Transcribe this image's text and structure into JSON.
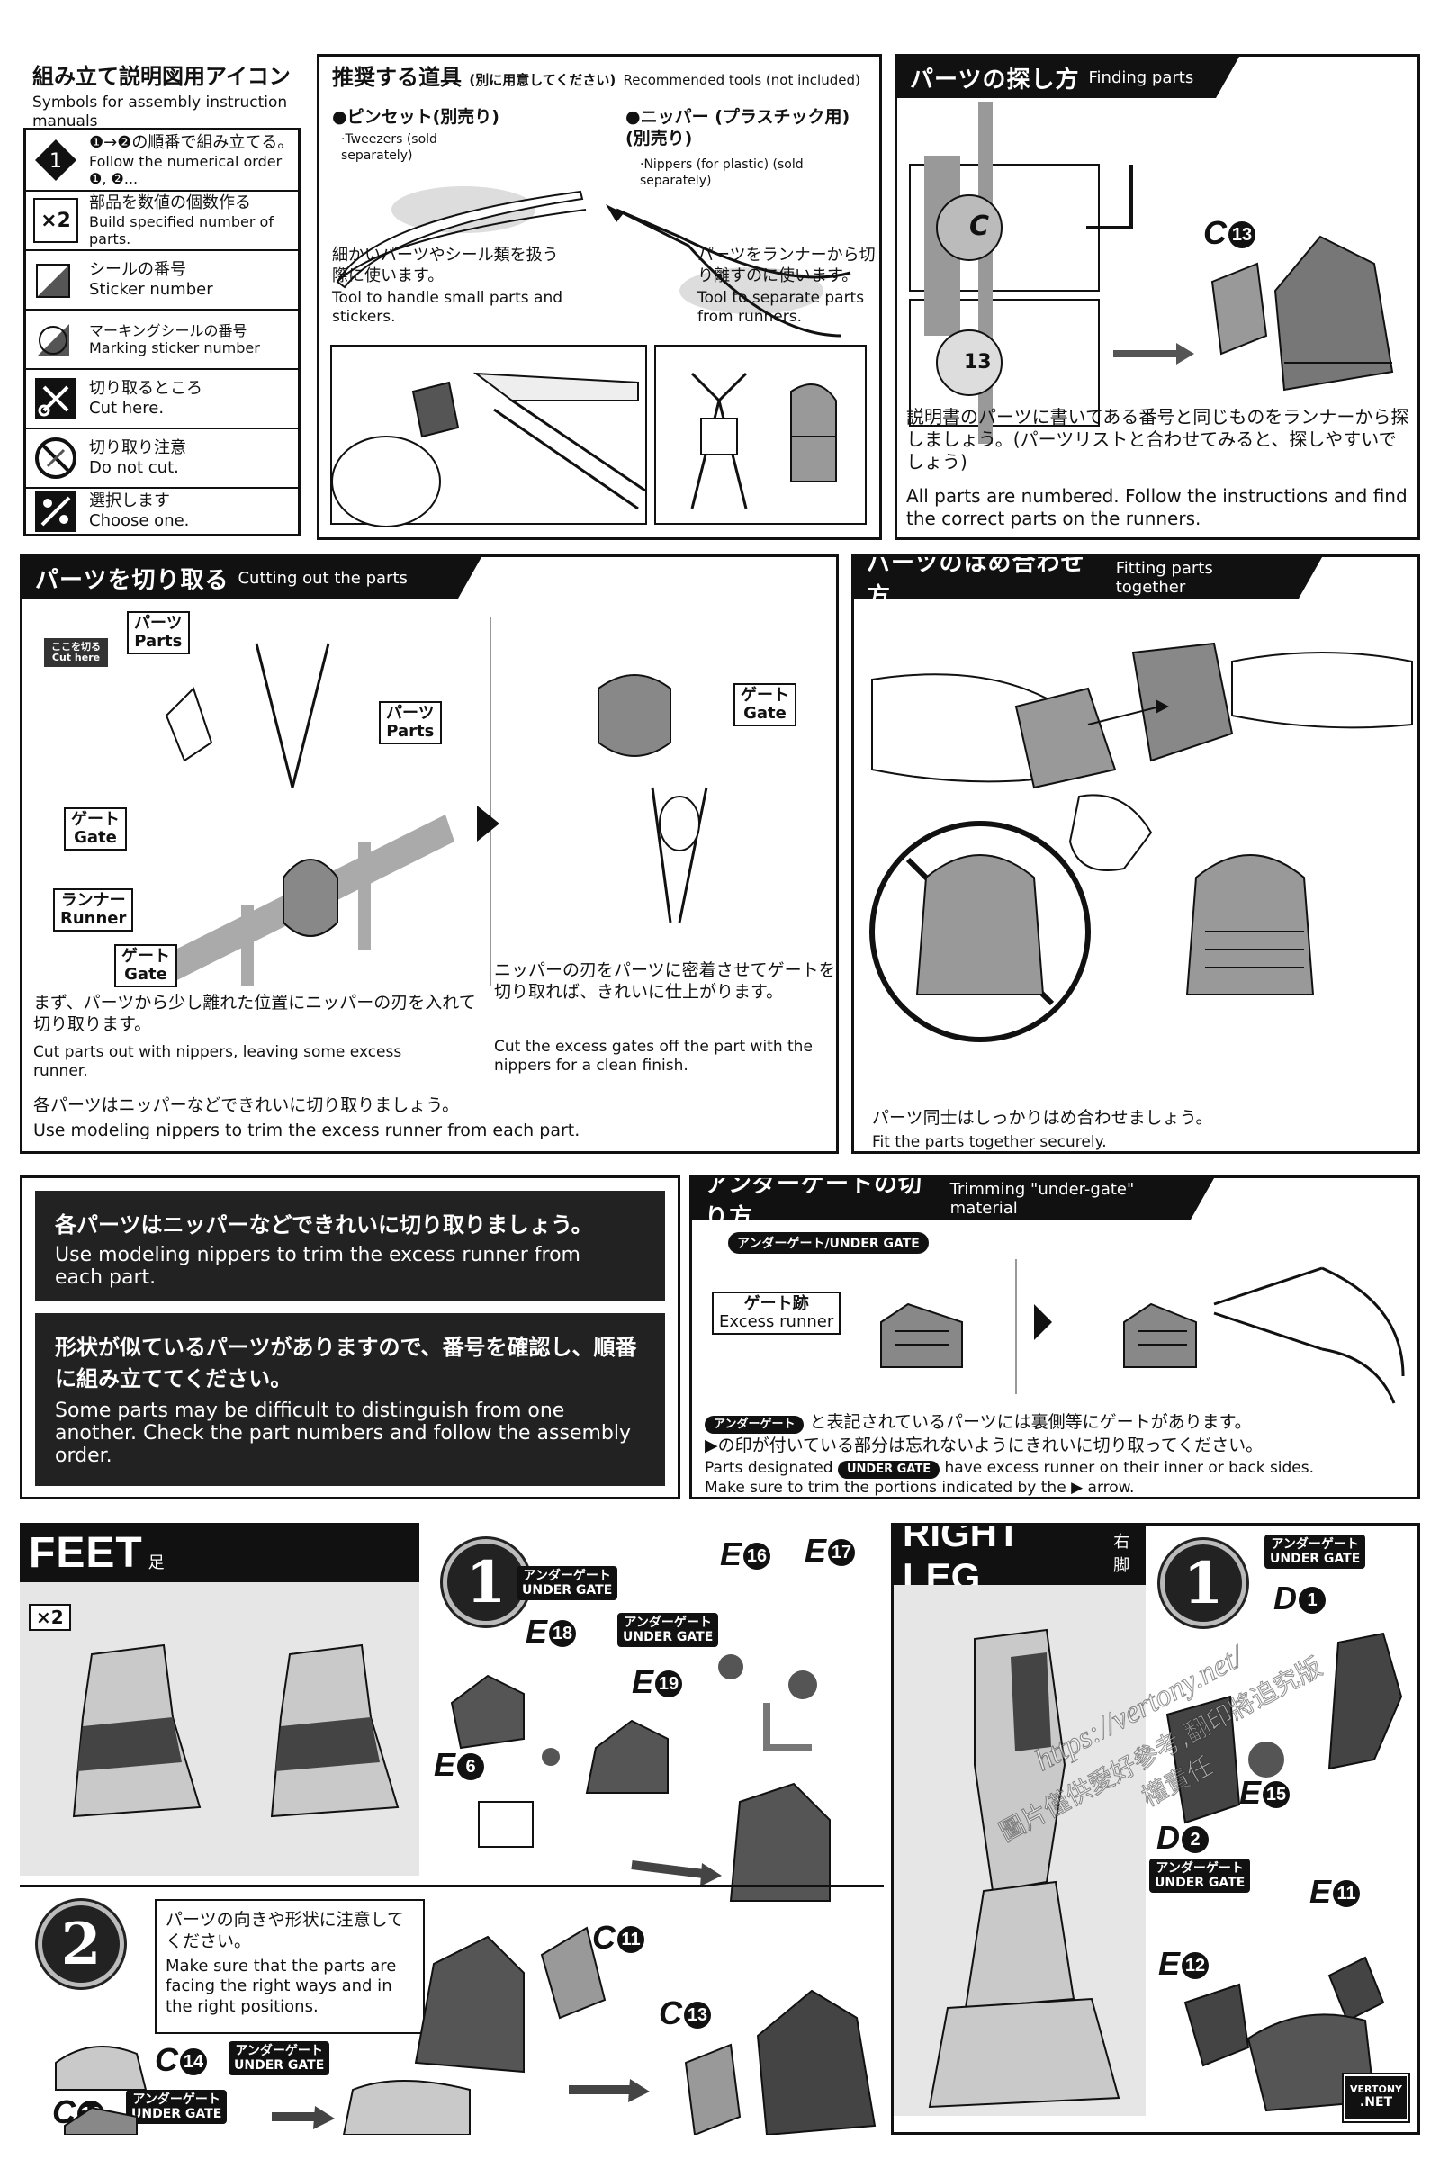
{
  "symbols": {
    "title_jp": "組み立て説明図用アイコン",
    "title_en": "Symbols for assembly instruction manuals",
    "order_jp": "❶→❷の順番で組み立てる。",
    "order_en": "Follow the numerical order ❶, ❷...",
    "count_badge": "×2",
    "count_jp": "部品を数値の個数作る",
    "count_en": "Build specified number of parts.",
    "sticker_jp": "シールの番号",
    "sticker_en": "Sticker number",
    "marking_jp": "マーキングシールの番号",
    "marking_en": "Marking sticker number",
    "cut_jp": "切り取るところ",
    "cut_en": "Cut here.",
    "nocut_jp": "切り取り注意",
    "nocut_en": "Do not cut.",
    "choose_jp": "選択します",
    "choose_en": "Choose one."
  },
  "tools": {
    "title_jp": "推奨する道具",
    "title_note": "(別に用意してください)",
    "title_en": "Recommended tools (not included)",
    "tweezers_jp": "●ピンセット(別売り)",
    "tweezers_en": "·Tweezers (sold separately)",
    "nippers_jp": "●ニッパー (プラスチック用)(別売り)",
    "nippers_en": "·Nippers (for plastic) (sold separately)",
    "tweezers_desc_jp": "細かいパーツやシール類を扱う際に使います。",
    "tweezers_desc_en": "Tool to handle small parts and stickers.",
    "nippers_desc_jp": "パーツをランナーから切り離すのに使います。",
    "nippers_desc_en": "Tool to separate parts from runners."
  },
  "finding": {
    "title_jp": "パーツの探し方",
    "title_en": "Finding parts",
    "label_c": "C",
    "label_13": "13",
    "part_c13": "C",
    "part_c13_num": "13",
    "desc_jp": "説明書のパーツに書いてある番号と同じものをランナーから探しましょう。(パーツリストと合わせてみると、探しやすいでしょう)",
    "desc_en": "All parts are numbered. Follow the instructions and find the correct parts on the runners."
  },
  "cutting": {
    "title_jp": "パーツを切り取る",
    "title_en": "Cutting out the parts",
    "cut_here_jp": "ここを切る",
    "cut_here_en": "Cut here",
    "parts_jp": "パーツ",
    "parts_en": "Parts",
    "gate_jp": "ゲート",
    "gate_en": "Gate",
    "runner_jp": "ランナー",
    "runner_en": "Runner",
    "step1_jp": "まず、パーツから少し離れた位置にニッパーの刃を入れて切り取ります。",
    "step1_en": "Cut parts out with nippers, leaving some excess runner.",
    "step2_jp": "ニッパーの刃をパーツに密着させてゲートを切り取れば、きれいに仕上がります。",
    "step2_en": "Cut the excess gates off the part with the nippers for a clean finish.",
    "footer_jp": "各パーツはニッパーなどできれいに切り取りましょう。",
    "footer_en": "Use modeling nippers to trim the excess runner from each part."
  },
  "fitting": {
    "title_jp": "パーツのはめ合わせ方",
    "title_en": "Fitting parts together",
    "desc_jp": "パーツ同士はしっかりはめ合わせましょう。",
    "desc_en": "Fit the parts together securely."
  },
  "notices": {
    "n1_jp": "各パーツはニッパーなどできれいに切り取りましょう。",
    "n1_en": "Use modeling nippers to trim the excess runner from each part.",
    "n2_jp": "形状が似ているパーツがありますので、番号を確認し、順番に組み立ててください。",
    "n2_en": "Some parts may be difficult to distinguish from one another. Check the part numbers and follow the assembly order."
  },
  "undergate": {
    "title_jp": "アンダーゲートの切り方",
    "title_en": "Trimming \"under-gate\" material",
    "pill": "アンダーゲート/UNDER GATE",
    "excess_jp": "ゲート跡",
    "excess_en": "Excess runner",
    "inline_pill": "アンダーゲート",
    "desc1_jp": "と表記されているパーツには裏側等にゲートがあります。",
    "desc2_jp": "▶の印が付いている部分は忘れないようにきれいに切り取ってください。",
    "desc_en_a": "Parts designated",
    "desc_en_pill": "UNDER GATE",
    "desc_en_b": "have excess runner on their inner or back sides.",
    "desc_en_c": "Make sure to trim the portions indicated by the ▶ arrow."
  },
  "feet": {
    "title": "FEET",
    "title_jp": "足",
    "count": "×2",
    "step1": "1",
    "step2": "2",
    "ug_jp": "アンダーゲート",
    "ug_en": "UNDER GATE",
    "e18": "18",
    "e19": "19",
    "e6": "6",
    "e16": "16",
    "e17": "17",
    "c11": "11",
    "c13": "13",
    "c14": "14",
    "c12": "12",
    "letter_e": "E",
    "letter_c": "C",
    "note_jp": "パーツの向きや形状に注意してください。",
    "note_en": "Make sure that the parts are facing the right ways and in the right positions."
  },
  "rightleg": {
    "title": "RIGHT LEG",
    "title_jp": "右脚",
    "step1": "1",
    "ug_jp": "アンダーゲート",
    "ug_en": "UNDER GATE",
    "d1": "1",
    "d2": "2",
    "e15": "15",
    "e11": "11",
    "e12": "12",
    "letter_d": "D",
    "letter_e": "E",
    "watermark": "https://vertony.net/",
    "watermark_jp": "圖片僅供愛好參考,翻印將追究版權責任",
    "logo_top": "VERTONY",
    "logo_bottom": ".NET"
  },
  "colors": {
    "ink": "#111111",
    "part_gray": "#8a8a8a",
    "part_dark": "#4a4a4a",
    "panel_bg": "#ffffff"
  }
}
